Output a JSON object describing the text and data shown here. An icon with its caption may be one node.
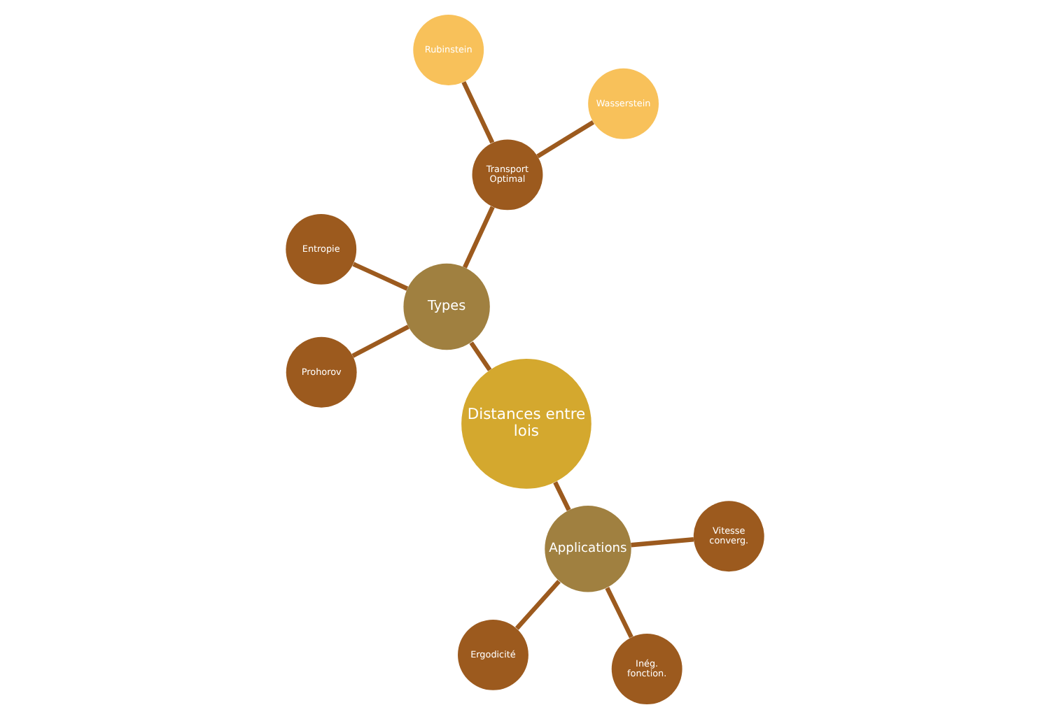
{
  "diagram": {
    "nodes": [
      {
        "text": [
          "Distances entre lois"
        ]
      },
      {
        "text": [
          "Types"
        ]
      },
      {
        "text": [
          "Transport Optimal"
        ]
      },
      {
        "text": [
          "Rubinstein"
        ]
      },
      {
        "text": [
          "Wasserstein"
        ]
      },
      {
        "text": [
          "Entropie"
        ]
      },
      {
        "text": [
          "Prohorov"
        ]
      },
      {
        "text": [
          "Applications"
        ]
      },
      {
        "text": [
          "Ergodicité"
        ]
      },
      {
        "text": [
          "Vitesse converg."
        ]
      },
      {
        "text": [
          "Inég. fonction."
        ]
      }
    ],
    "edges": [
      {
        "from": 0,
        "to": 1,
        "arrow": "none"
      },
      {
        "from": 1,
        "to": 2,
        "arrow": "none"
      },
      {
        "from": 2,
        "to": 3,
        "arrow": "none"
      },
      {
        "from": 2,
        "to": 4,
        "arrow": "none"
      },
      {
        "from": 1,
        "to": 5,
        "arrow": "none"
      },
      {
        "from": 1,
        "to": 6,
        "arrow": "none"
      },
      {
        "from": 0,
        "to": 7,
        "arrow": "none"
      },
      {
        "from": 7,
        "to": 8,
        "arrow": "none"
      },
      {
        "from": 7,
        "to": 9,
        "arrow": "none"
      },
      {
        "from": 7,
        "to": 10,
        "arrow": "none"
      }
    ]
  }
}
